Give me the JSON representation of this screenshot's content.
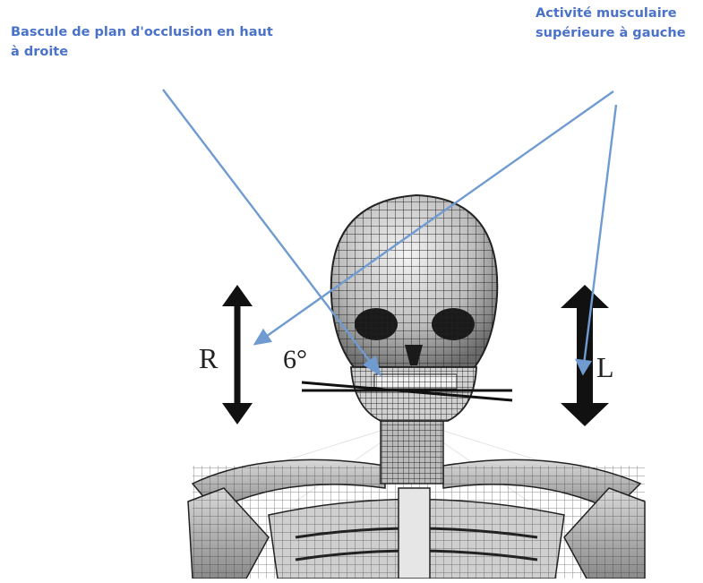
{
  "annotations": {
    "left": "Bascule de plan d'occlusion en haut\nà droite",
    "right": "Activité musculaire\nsupérieure à gauche"
  },
  "labels": {
    "right_side": "R",
    "left_side": "L",
    "angle": "6°"
  },
  "colors": {
    "annotation_text": "#4a72c8",
    "pointer_line": "#6f9bd1",
    "arrow": "#111111",
    "mesh": "#2a2a2a"
  },
  "icons": {
    "right_arrow": "double-headed-vertical-arrow",
    "left_arrow": "double-headed-vertical-arrow"
  }
}
